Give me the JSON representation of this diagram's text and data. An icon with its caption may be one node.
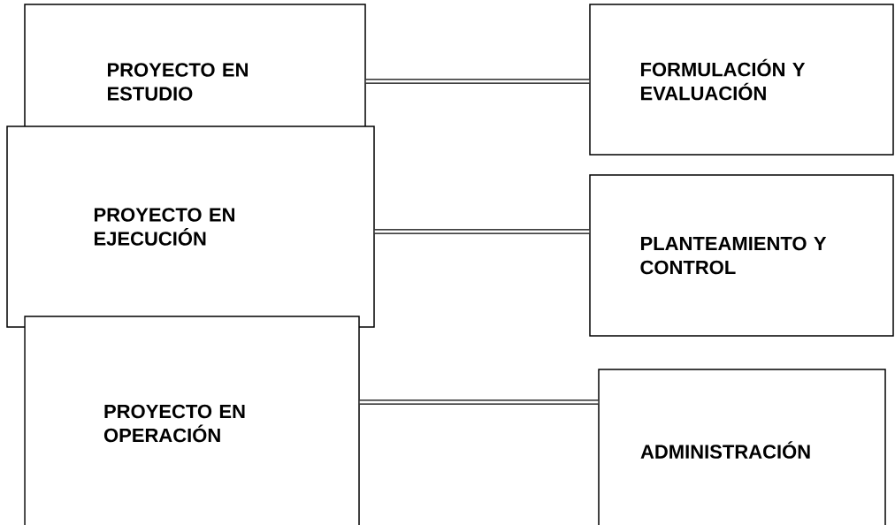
{
  "diagram": {
    "nodes": [
      {
        "text": [
          "PROYECTO EN ESTUDIO"
        ]
      },
      {
        "text": [
          "PROYECTO EN EJECUCIÓN"
        ]
      },
      {
        "text": [
          "PROYECTO EN OPERACIÓN"
        ]
      },
      {
        "text": [
          "FORMULACIÓN Y EVALUACIÓN"
        ]
      },
      {
        "text": [
          "PLANTEAMIENTO Y CONTROL"
        ]
      },
      {
        "text": [
          "ADMINISTRACIÓN"
        ]
      }
    ],
    "edges": [
      {
        "from": 0,
        "to": 3,
        "arrow": "none"
      },
      {
        "from": 1,
        "to": 4,
        "arrow": "none"
      },
      {
        "from": 2,
        "to": 5,
        "arrow": "none"
      }
    ]
  }
}
